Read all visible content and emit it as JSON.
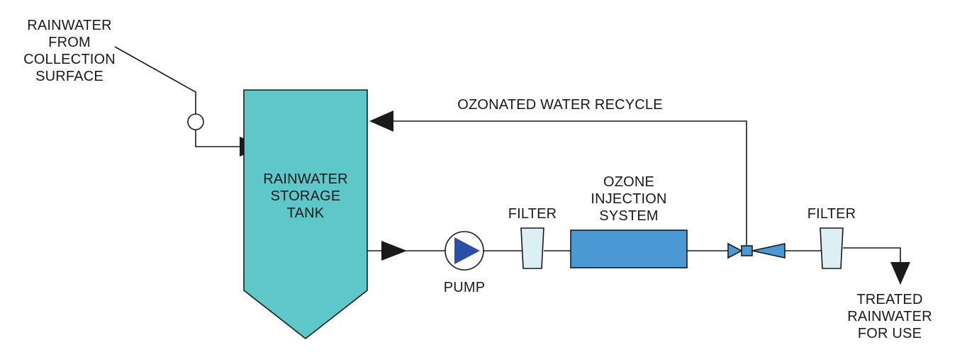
{
  "labels": {
    "source": [
      "RAINWATER",
      "FROM",
      "COLLECTION",
      "SURFACE"
    ],
    "tank": [
      "RAINWATER",
      "STORAGE",
      "TANK"
    ],
    "recycle": "OZONATED WATER RECYCLE",
    "pump": "PUMP",
    "filter_1": "FILTER",
    "ozone": [
      "OZONE",
      "INJECTION",
      "SYSTEM"
    ],
    "filter_2": "FILTER",
    "output": [
      "TREATED",
      "RAINWATER",
      "FOR USE"
    ]
  },
  "colors": {
    "tank_fill": "#5ec7c9",
    "ozone_fill": "#4a98d4",
    "filter_fill": "#dbeff5",
    "pump_fill": "#2a4fa6",
    "venturi_fill": "#4a98d4",
    "line": "#1a1a1a"
  }
}
